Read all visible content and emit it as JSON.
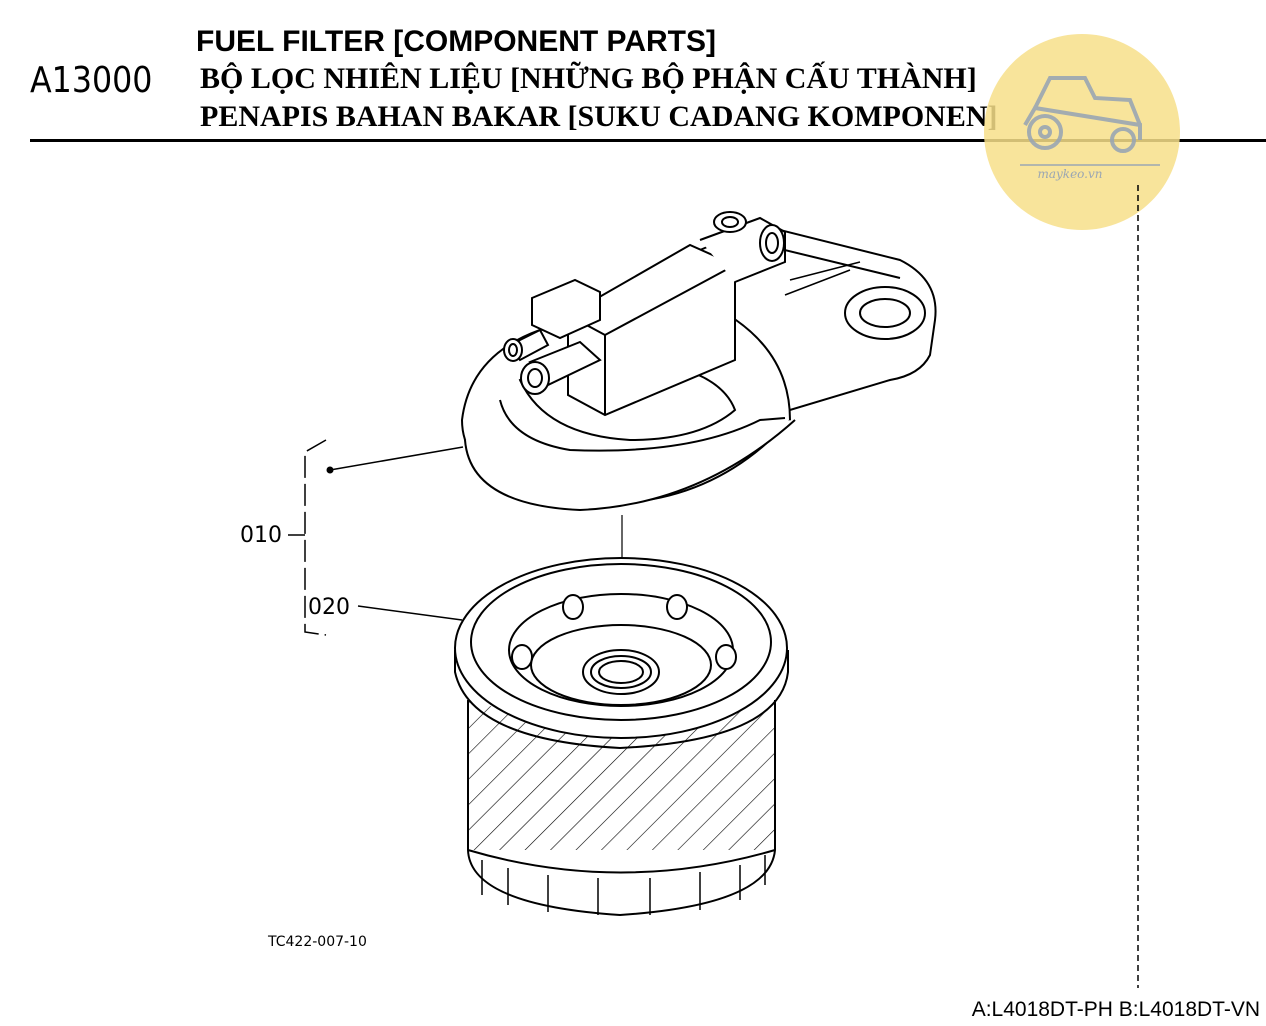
{
  "header": {
    "section_code": "A13000",
    "title_en": "FUEL FILTER [COMPONENT PARTS]",
    "title_vi": "BỘ LỌC NHIÊN LIỆU [NHỮNG BỘ PHẬN CẤU THÀNH]",
    "title_ms": "PENAPIS BAHAN BAKAR [SUKU CADANG KOMPONEN]"
  },
  "diagram": {
    "part_labels": [
      "010",
      "020"
    ],
    "figure_code": "TC422-007-10"
  },
  "watermark": {
    "text": "maykeo.vn",
    "color": "#f7df8a"
  },
  "footer": {
    "models": "A:L4018DT-PH B:L4018DT-VN"
  }
}
